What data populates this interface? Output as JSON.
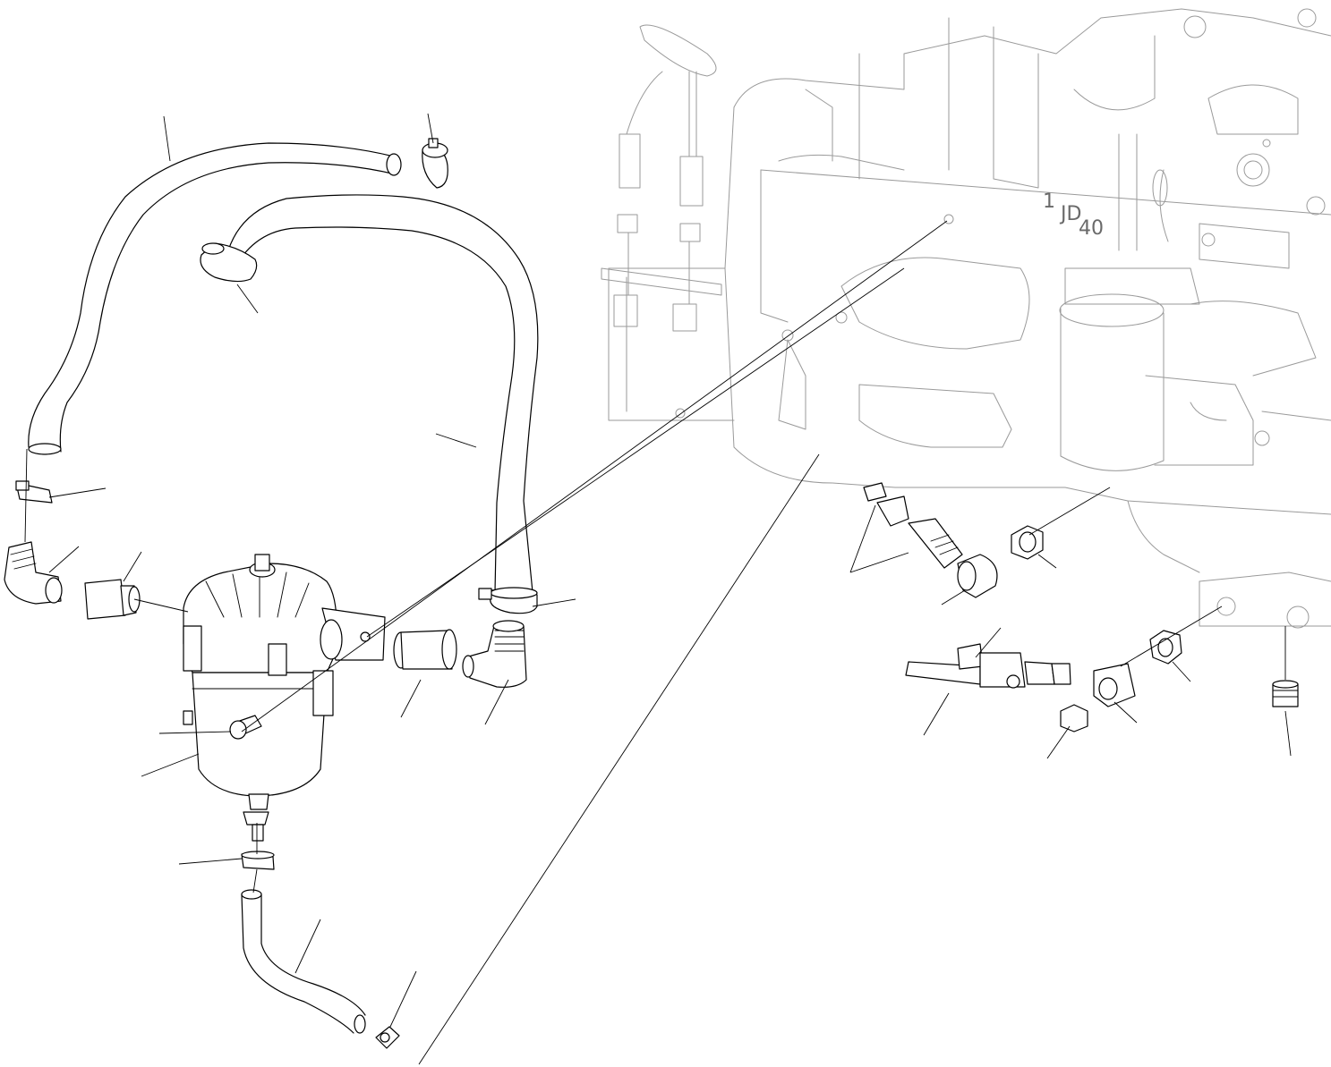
{
  "engine_block": {
    "cast_marking_left": "1",
    "cast_marking_mid": "JD",
    "cast_marking_right": "40"
  }
}
